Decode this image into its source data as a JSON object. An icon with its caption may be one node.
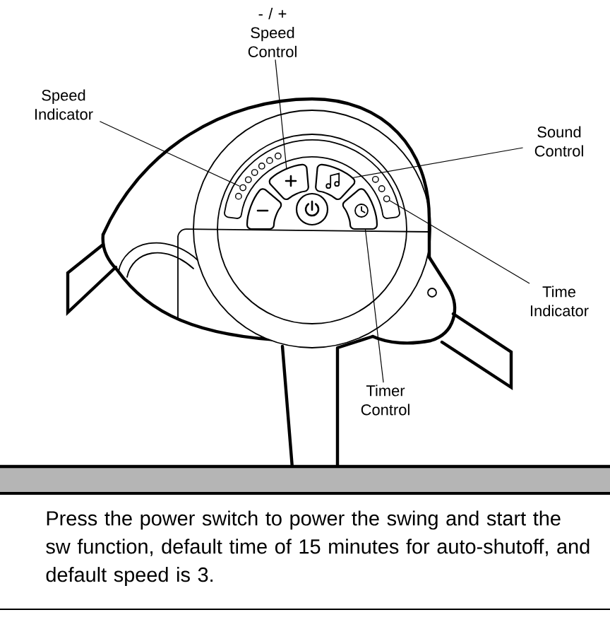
{
  "diagram": {
    "caption": "Press the power switch to power the swing and start the sw function, default time of 15 minutes for auto-shutoff, and default speed is 3.",
    "nodes": [
      {
        "text": [
          "- / + Speed Control"
        ]
      },
      {
        "text": [
          "Speed Indicator"
        ]
      },
      {
        "text": [
          "Sound Control"
        ]
      },
      {
        "text": [
          "Time Indicator"
        ]
      },
      {
        "text": [
          "Timer Control"
        ]
      },
      {
        "text": [],
        "shape": "circle"
      },
      {
        "text": [],
        "shape": "button"
      },
      {
        "text": [],
        "shape": "button"
      },
      {
        "text": [],
        "shape": "circle"
      },
      {
        "text": [],
        "shape": "button"
      },
      {
        "text": [],
        "shape": "button"
      }
    ],
    "edges": [
      {
        "from": 0,
        "to": 6,
        "arrow": "none"
      },
      {
        "from": 1,
        "to": 5,
        "arrow": "none"
      },
      {
        "from": 2,
        "to": 7,
        "arrow": "none"
      },
      {
        "from": 3,
        "to": 8,
        "arrow": "none"
      },
      {
        "from": 4,
        "to": 9,
        "arrow": "none"
      }
    ]
  }
}
